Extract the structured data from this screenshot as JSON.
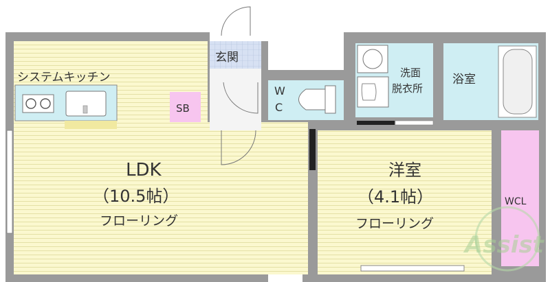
{
  "rooms": {
    "kitchen": {
      "label": "システムキッチン"
    },
    "entrance": {
      "label": "玄関"
    },
    "shoe_box": {
      "label": "SB"
    },
    "toilet": {
      "label_line1": "W",
      "label_line2": "C"
    },
    "washroom": {
      "label_line1": "洗面",
      "label_line2": "脱衣所"
    },
    "bathroom": {
      "label": "浴室"
    },
    "ldk": {
      "name": "LDK",
      "size": "（10.5帖）",
      "floor": "フローリング"
    },
    "western": {
      "name": "洋室",
      "size": "（4.1帖）",
      "floor": "フローリング"
    },
    "closet": {
      "label": "WCL"
    }
  },
  "watermark": {
    "text": "Assist"
  },
  "colors": {
    "floor_yellow": "#fbf8cf",
    "tile_blue": "#cfeef3",
    "closet_pink": "#f7c5ef",
    "entrance_tile": "#d7e1f3",
    "wall": "#9a9a9a"
  }
}
